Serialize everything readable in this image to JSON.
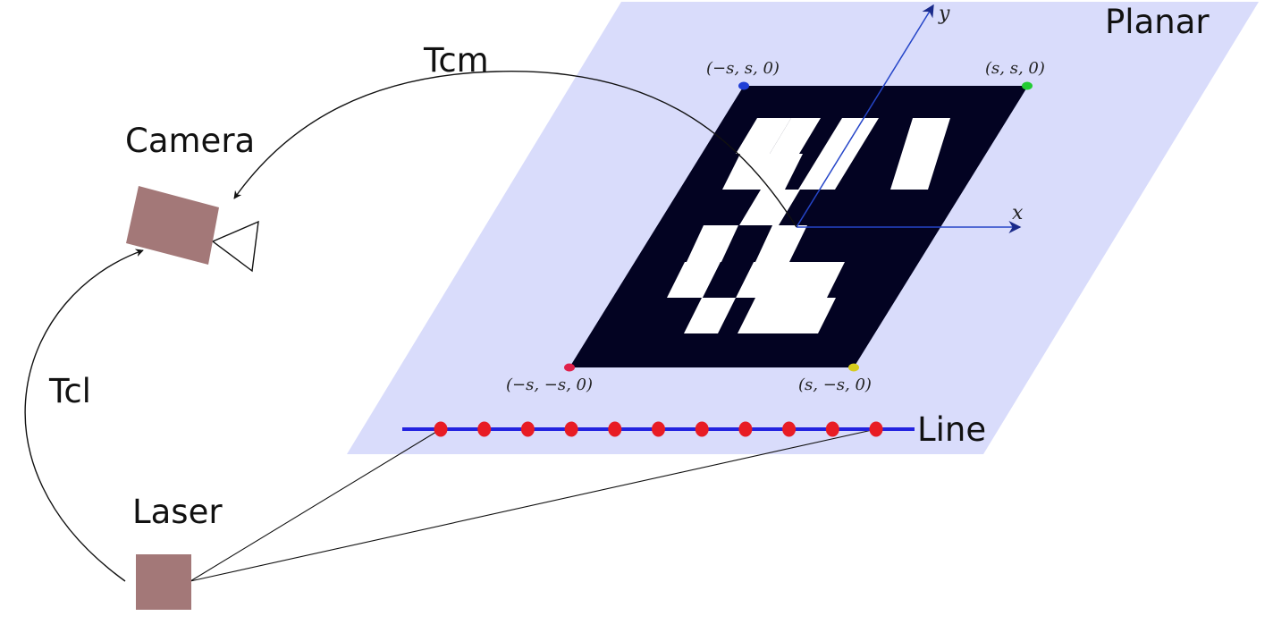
{
  "labels": {
    "planar": "Planar",
    "camera": "Camera",
    "laser": "Laser",
    "line": "Line",
    "tcm": "Tcm",
    "tcl": "Tcl",
    "axis_x": "x",
    "axis_y": "y"
  },
  "corners": {
    "top_left": "(−s, s, 0)",
    "top_right": "(s, s, 0)",
    "bottom_left": "(−s, −s, 0)",
    "bottom_right": "(s, −s, 0)"
  },
  "corner_colors": {
    "top_left": "#1f3fd6",
    "top_right": "#22cc33",
    "bottom_left": "#e0204a",
    "bottom_right": "#d6cc1f"
  },
  "colors": {
    "plane": "#d9dcfb",
    "marker": "#030322",
    "device": "#a37878",
    "scan_line": "#2323e0",
    "scan_point": "#e81c24",
    "axis": "#2545c8"
  },
  "scan_point_count": 11
}
